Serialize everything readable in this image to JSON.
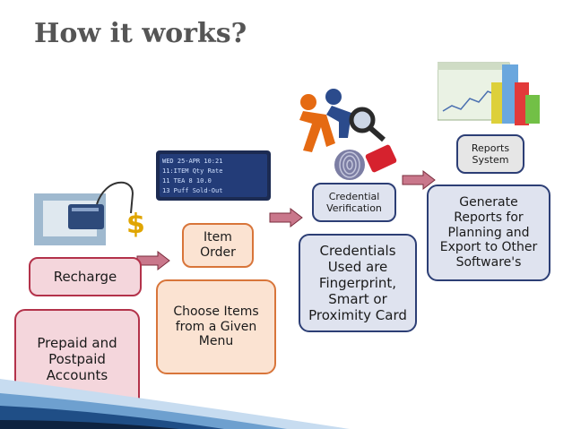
{
  "title": "How it works?",
  "steps": {
    "recharge": "Recharge",
    "prepaid": "Prepaid and\nPostpaid\nAccounts",
    "item_order": "Item\nOrder",
    "choose_items": "Choose Items\nfrom a Given\nMenu",
    "credential": "Credential\nVerification",
    "credentials_used": "Credentials\nUsed are\nFingerprint,\nSmart or\nProximity Card",
    "reports_system": "Reports\nSystem",
    "generate": "Generate\nReports for\nPlanning and\nExport to Other\nSoftware's"
  },
  "lcd": {
    "line1": "WED 25-APR      10:21",
    "line2": "11:ITEM   Qty  Rate",
    "line3": "11 TEA      8  10.0",
    "line4": "13 Puff   Sold-Out"
  },
  "colors": {
    "pink_border": "#b3324a",
    "peach_border": "#d8753a",
    "navy_border": "#2c3e75",
    "arrow_fill": "#c9778b"
  }
}
